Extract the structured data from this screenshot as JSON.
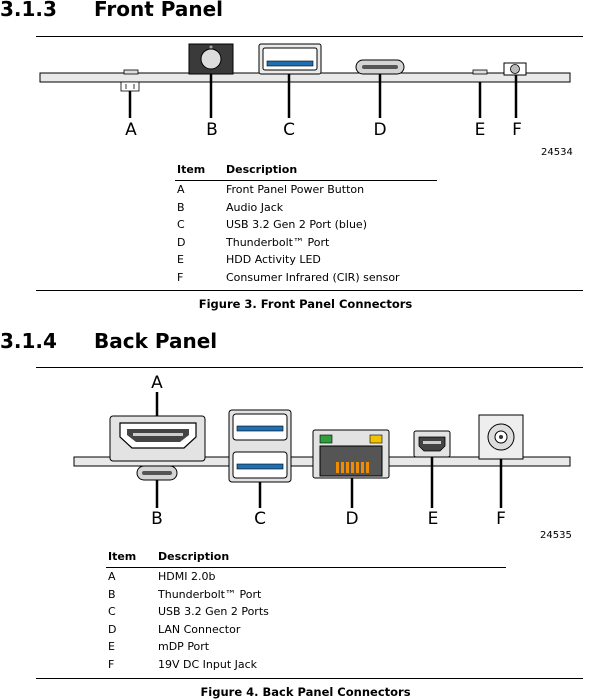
{
  "front": {
    "section_number": "3.1.3",
    "section_title": "Front Panel",
    "figure_number": "24534",
    "callouts": [
      "A",
      "B",
      "C",
      "D",
      "E",
      "F"
    ],
    "table_headers": {
      "item": "Item",
      "description": "Description"
    },
    "rows": [
      {
        "item": "A",
        "description": "Front Panel Power Button"
      },
      {
        "item": "B",
        "description": "Audio Jack"
      },
      {
        "item": "C",
        "description": "USB 3.2 Gen 2 Port (blue)"
      },
      {
        "item": "D",
        "description": "Thunderbolt™ Port"
      },
      {
        "item": "E",
        "description": "HDD Activity LED"
      },
      {
        "item": "F",
        "description": "Consumer Infrared (CIR) sensor"
      }
    ],
    "caption": "Figure 3.  Front Panel Connectors"
  },
  "back": {
    "section_number": "3.1.4",
    "section_title": "Back Panel",
    "figure_number": "24535",
    "callouts": [
      "A",
      "B",
      "C",
      "D",
      "E",
      "F"
    ],
    "table_headers": {
      "item": "Item",
      "description": "Description"
    },
    "rows": [
      {
        "item": "A",
        "description": "HDMI 2.0b"
      },
      {
        "item": "B",
        "description": "Thunderbolt™ Port"
      },
      {
        "item": "C",
        "description": "USB 3.2 Gen 2 Ports"
      },
      {
        "item": "D",
        "description": "LAN Connector"
      },
      {
        "item": "E",
        "description": "mDP Port"
      },
      {
        "item": "F",
        "description": "19V DC Input Jack"
      }
    ],
    "caption": "Figure 4.  Back Panel Connectors"
  },
  "colors": {
    "usb_blue": "#1f6fb5",
    "led_green": "#2e9e3f",
    "led_yellow": "#f2c300",
    "lan_orange": "#f08c00"
  }
}
